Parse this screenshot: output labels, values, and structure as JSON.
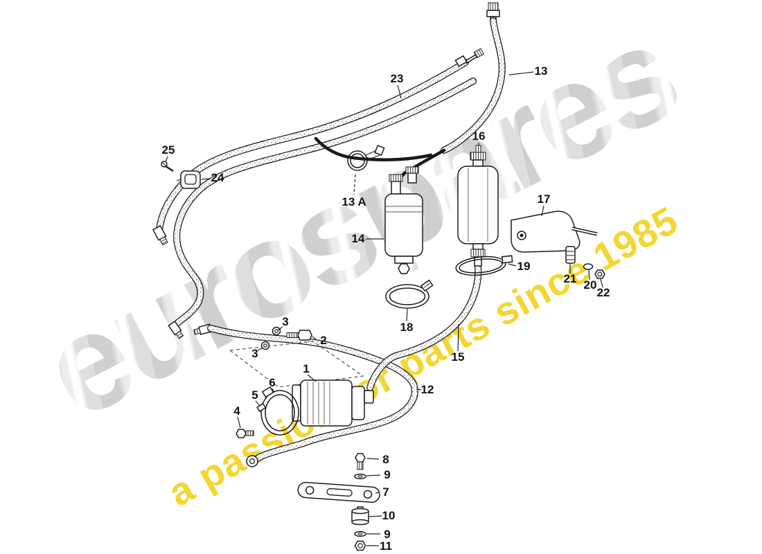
{
  "page": {
    "background": "#ffffff"
  },
  "watermark": {
    "brand": "eurospares",
    "tagline": "a passion for parts since 1985",
    "brand_color": "#c7c7c7",
    "tagline_color": "#f2cc00"
  },
  "parts": {
    "p1": {
      "label": "1"
    },
    "p2": {
      "label": "2"
    },
    "p3a": {
      "label": "3"
    },
    "p3b": {
      "label": "3"
    },
    "p4": {
      "label": "4"
    },
    "p5": {
      "label": "5"
    },
    "p6": {
      "label": "6"
    },
    "p7": {
      "label": "7"
    },
    "p8": {
      "label": "8"
    },
    "p9a": {
      "label": "9"
    },
    "p9b": {
      "label": "9"
    },
    "p10": {
      "label": "10"
    },
    "p11": {
      "label": "11"
    },
    "p12": {
      "label": "12"
    },
    "p13": {
      "label": "13"
    },
    "p13a": {
      "label": "13 A"
    },
    "p14": {
      "label": "14"
    },
    "p15": {
      "label": "15"
    },
    "p16": {
      "label": "16"
    },
    "p17": {
      "label": "17"
    },
    "p18": {
      "label": "18"
    },
    "p19": {
      "label": "19"
    },
    "p20": {
      "label": "20"
    },
    "p21": {
      "label": "21"
    },
    "p22": {
      "label": "22"
    },
    "p23": {
      "label": "23"
    },
    "p24": {
      "label": "24"
    },
    "p25": {
      "label": "25"
    }
  }
}
